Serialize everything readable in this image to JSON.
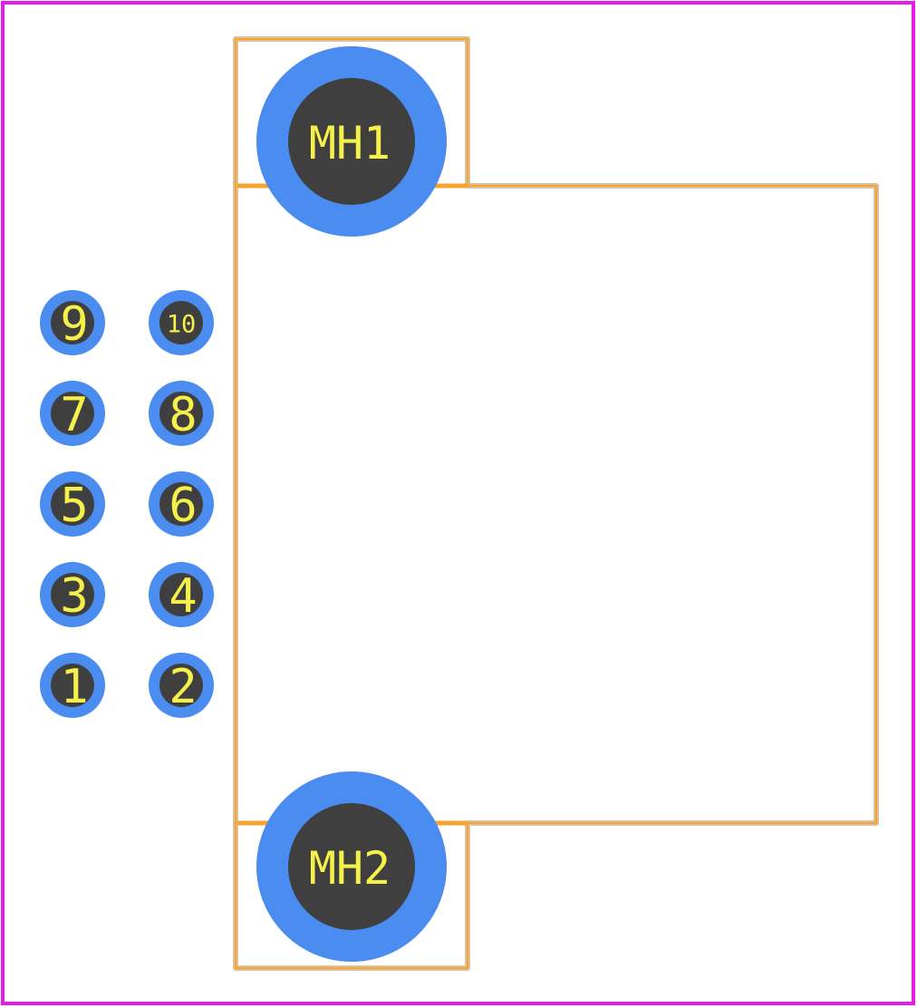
{
  "colors": {
    "background": "#ffffff",
    "courtyard": "#e61be6",
    "silkscreen": "#f7a42e",
    "silkscreen_edge": "#d9c1a0",
    "pad_copper": "#4a8cf0",
    "pad_hole": "#3f3f3f",
    "label": "#f5f04a"
  },
  "mounting_holes": [
    {
      "label": "MH1"
    },
    {
      "label": "MH2"
    }
  ],
  "pins": [
    {
      "label": "1"
    },
    {
      "label": "2"
    },
    {
      "label": "3"
    },
    {
      "label": "4"
    },
    {
      "label": "5"
    },
    {
      "label": "6"
    },
    {
      "label": "7"
    },
    {
      "label": "8"
    },
    {
      "label": "9"
    },
    {
      "label": "10"
    }
  ]
}
